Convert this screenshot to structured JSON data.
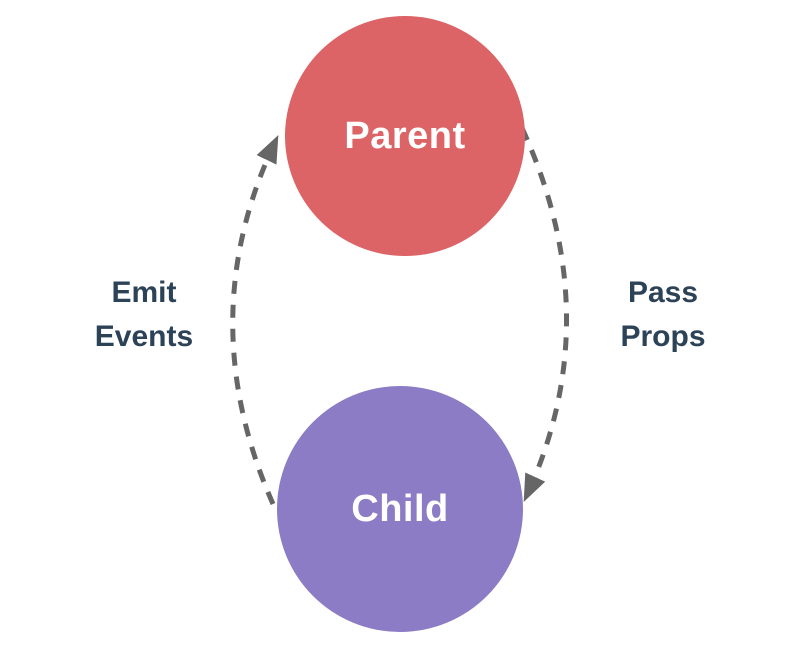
{
  "diagram": {
    "nodes": {
      "parent": {
        "label": "Parent",
        "color": "#DC6366",
        "text_color": "#FFFFFF"
      },
      "child": {
        "label": "Child",
        "color": "#8C7BC5",
        "text_color": "#FFFFFF"
      }
    },
    "edges": {
      "emit_events": {
        "label": "Emit Events",
        "direction": "child-to-parent",
        "side": "left"
      },
      "pass_props": {
        "label": "Pass Props",
        "direction": "parent-to-child",
        "side": "right"
      }
    },
    "colors": {
      "arrow": "#666666",
      "label_text": "#2C4257",
      "background": "#FFFFFF"
    }
  }
}
